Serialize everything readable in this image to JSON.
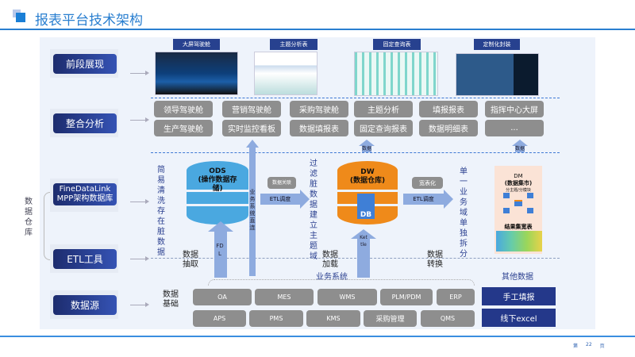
{
  "header": {
    "title": "报表平台技术架构"
  },
  "layers": {
    "front": "前段展现",
    "integrate": "整合分析",
    "fdl": "FineDataLink MPP架构数据库",
    "etl": "ETL工具",
    "source": "数据源",
    "warehouse_group": "数据仓库"
  },
  "front_tabs": [
    "大屏驾驶舱",
    "主题分析表",
    "固定查询表",
    "定制化封装"
  ],
  "analysis": {
    "row1": [
      "领导驾驶舱",
      "营销驾驶舱",
      "采购驾驶舱",
      "主题分析",
      "填报报表",
      "指挥中心大屏"
    ],
    "row2": [
      "生产驾驶舱",
      "实时监控看板",
      "数据填报表",
      "固定查询报表",
      "数据明细表",
      "..."
    ]
  },
  "warehouse": {
    "ods_title": "ODS",
    "ods_sub": "(操作数据存储)",
    "dw_title": "DW",
    "dw_sub": "(数据仓库)",
    "db_label": "DB",
    "dm_title": "DM",
    "dm_sub": "(数据集市)",
    "dm_topic": "分主题/分模块",
    "dm_result": "结果集宽表",
    "note_left": "简易清洗存在脏数据",
    "note_mid": "过滤脏数据建立主题域",
    "note_right": "单一业务域单独拆分",
    "direct": "业务系统直连",
    "assoc": "数据关联",
    "wide": "宽表化",
    "etl1": "ETL调度",
    "etl2": "ETL调度",
    "fdl": "FDL",
    "kettle": "Kettle",
    "data_up1": "数据",
    "data_up2": "数据",
    "extract": "数据抽取",
    "load": "数据加载",
    "transform": "数据转换",
    "biz": "业务系统"
  },
  "sources": {
    "basis": "数据基础",
    "row1": [
      "OA",
      "MES",
      "WMS",
      "PLM/PDM",
      "ERP"
    ],
    "row2": [
      "APS",
      "PMS",
      "KMS",
      "采购管理",
      "QMS"
    ],
    "other_label": "其他数据",
    "other": [
      "手工填报",
      "线下excel"
    ]
  },
  "footer": {
    "page_prefix": "第",
    "page": "22",
    "page_suffix": "页"
  }
}
